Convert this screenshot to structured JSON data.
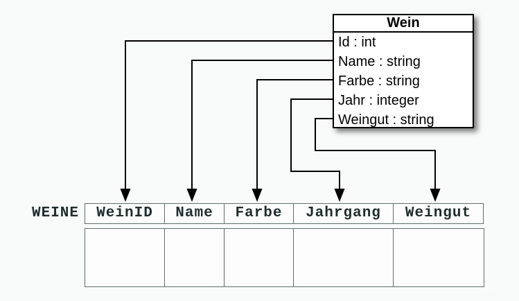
{
  "class_box": {
    "title": "Wein",
    "attributes": [
      "Id : int",
      "Name : string",
      "Farbe : string",
      "Jahr : integer",
      "Weingut : string"
    ]
  },
  "table": {
    "label": "WEINE",
    "columns": [
      "WeinID",
      "Name",
      "Farbe",
      "Jahrgang",
      "Weingut"
    ],
    "empty_body_rows": 1
  },
  "mappings": [
    {
      "from": "Id",
      "to": "WeinID"
    },
    {
      "from": "Name",
      "to": "Name"
    },
    {
      "from": "Farbe",
      "to": "Farbe"
    },
    {
      "from": "Jahr",
      "to": "Jahrgang"
    },
    {
      "from": "Weingut",
      "to": "Weingut"
    }
  ],
  "colors": {
    "background": "#f7f8f8",
    "class_box_fill": "#ffffff",
    "class_box_border": "#000000",
    "class_box_text": "#000000",
    "arrow": "#000000",
    "table_border": "#5f6d6d",
    "table_fill": "#fdfdfd",
    "table_text": "#1e2d2d"
  }
}
